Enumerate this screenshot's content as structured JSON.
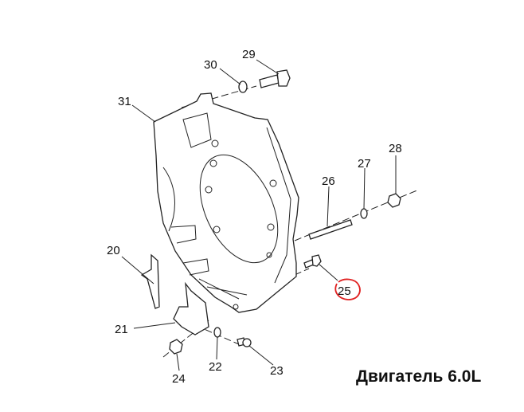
{
  "callouts": [
    "20",
    "21",
    "22",
    "23",
    "24",
    "25",
    "26",
    "27",
    "28",
    "29",
    "30",
    "31"
  ],
  "highlighted_callout": "25",
  "highlight_color": "#e02020",
  "caption": "Двигатель 6.0L"
}
